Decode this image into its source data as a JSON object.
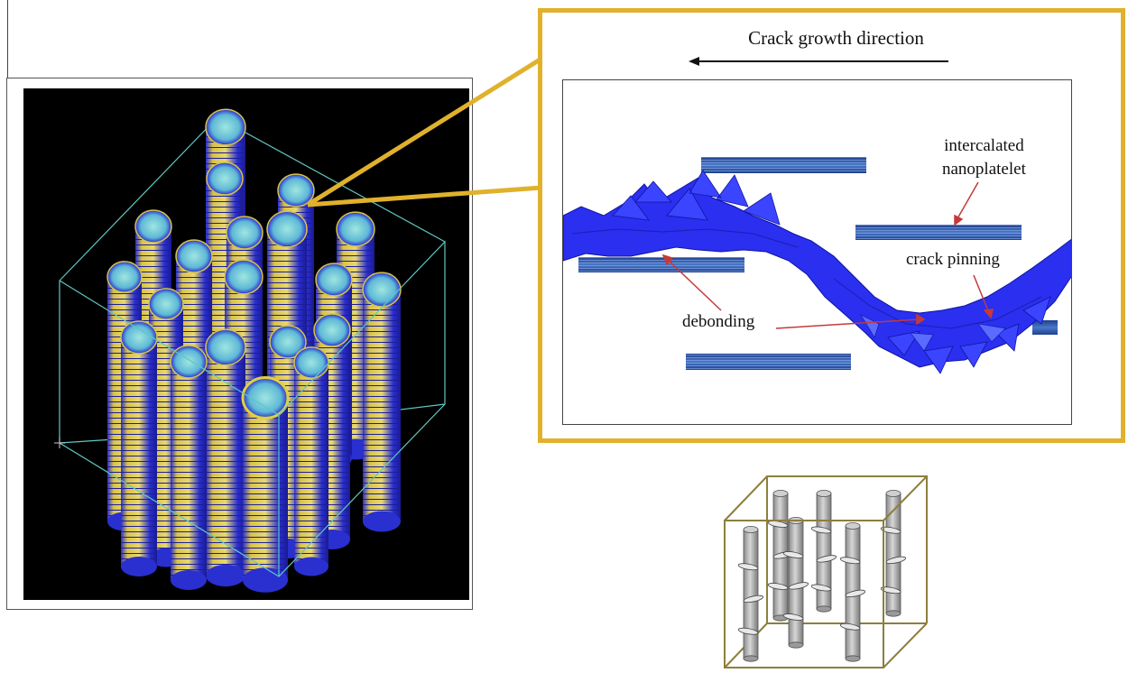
{
  "zoom_panel": {
    "crack_growth_label": "Crack growth direction",
    "annotations": {
      "intercalated_line1": "intercalated",
      "intercalated_line2": "nanoplatelet",
      "crack_pinning": "crack pinning",
      "debonding": "debonding"
    }
  },
  "colors": {
    "callout_border": "#e0b12c",
    "fiber_yellow": "#d8c24a",
    "fiber_blue": "#2a2fd0",
    "crack_blue": "#2a2ff0",
    "annotation_arrow": "#c43a3a",
    "cube_edge_teal": "#5fc7c2",
    "cube_edge_olive": "#8c7f3c"
  }
}
